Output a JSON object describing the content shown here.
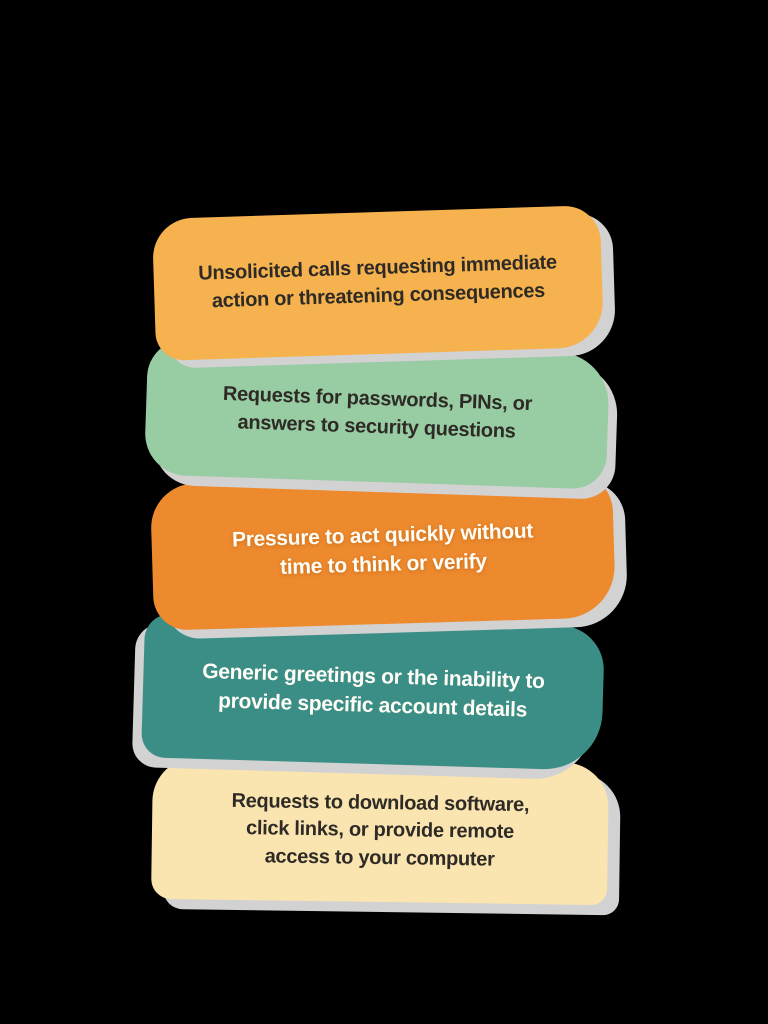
{
  "page": {
    "background": "#000000",
    "shadow_color": "#d2d2d2"
  },
  "cards": [
    {
      "id": "unsolicited-calls",
      "bg": "#f6b24f",
      "text_color": "#2e2a25",
      "lines": [
        "Unsolicited calls requesting immediate",
        "action or threatening consequences"
      ]
    },
    {
      "id": "requests-for-passwords",
      "bg": "#98cca3",
      "text_color": "#2e2a25",
      "lines": [
        "Requests for passwords, PINs, or",
        "answers to security questions"
      ]
    },
    {
      "id": "pressure-to-act-quickly",
      "bg": "#ee8a2e",
      "text_color": "#fffdf6",
      "lines": [
        "Pressure to act quickly without",
        "time to think or verify"
      ]
    },
    {
      "id": "generic-greetings",
      "bg": "#3b8e85",
      "text_color": "#fffdf6",
      "lines": [
        "Generic greetings or the inability to",
        "provide specific account details"
      ]
    },
    {
      "id": "requests-to-download",
      "bg": "#fae4b0",
      "text_color": "#2e2a25",
      "lines": [
        "Requests to download software,",
        "click links, or provide remote",
        "access to your computer"
      ]
    }
  ]
}
